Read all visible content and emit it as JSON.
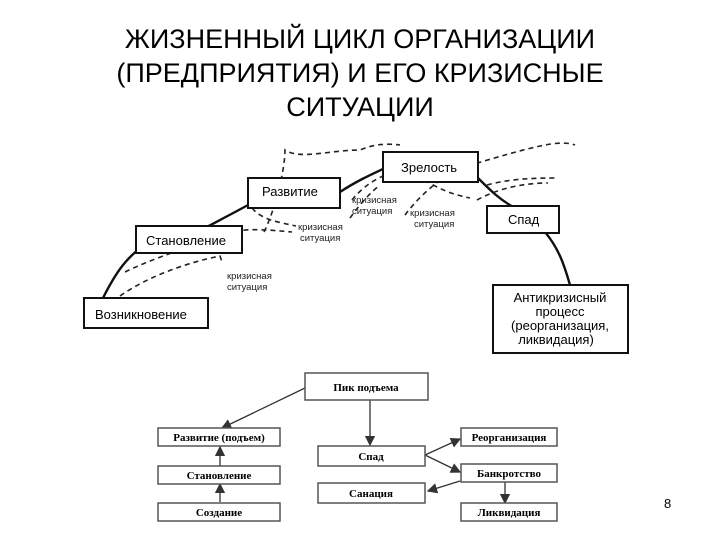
{
  "title": {
    "line1": "ЖИЗНЕННЫЙ ЦИКЛ ОРГАНИЗАЦИИ",
    "line2": "(ПРЕДПРИЯТИЯ) И ЕГО КРИЗИСНЫЕ",
    "line3": "СИТУАЦИИ"
  },
  "upper_diagram": {
    "stages": {
      "maturity": "Зрелость",
      "development": "Развитие",
      "formation": "Становление",
      "emergence": "Возникновение",
      "decline": "Спад",
      "anticrisis_1": "Антикризисный",
      "anticrisis_2": "процесс",
      "anticrisis_3": "(реорганизация,",
      "anticrisis_4": "ликвидация)"
    },
    "crisis_labels": {
      "c1_a": "кризисная",
      "c1_b": "ситуация",
      "c2_a": "кризисная",
      "c2_b": "ситуация",
      "c3_a": "кризисная",
      "c3_b": "ситуация",
      "c4_a": "кризисная",
      "c4_b": "ситуация"
    }
  },
  "lower_diagram": {
    "peak": "Пик подъема",
    "rise": "Развитие (подъем)",
    "formation": "Становление",
    "creation": "Создание",
    "decline": "Спад",
    "sanation": "Санация",
    "reorganization": "Реорганизация",
    "bankruptcy": "Банкротство",
    "liquidation": "Ликвидация"
  },
  "page_number": "8"
}
